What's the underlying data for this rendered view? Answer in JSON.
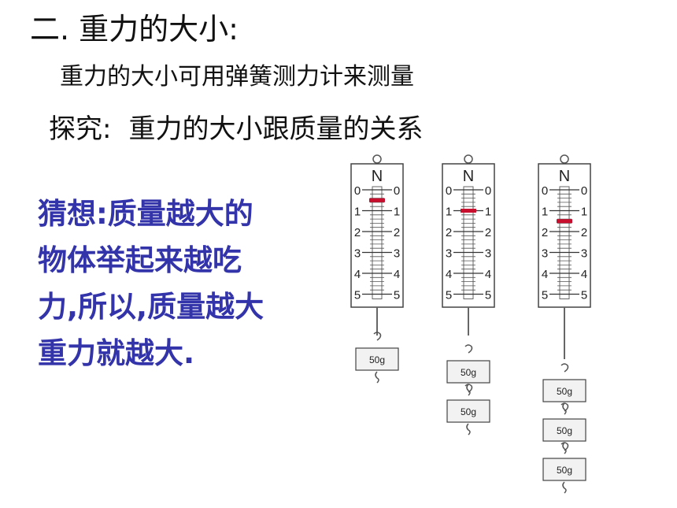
{
  "slide": {
    "heading": "二. 重力的大小:",
    "subtitle": "重力的大小可用弹簧测力计来测量",
    "explore_label": "探究:",
    "explore_topic": "重力的大小跟质量的关系",
    "hypothesis_lines": [
      "猜想:质量越大的",
      "物体举起来越吃",
      "力,所以,质量越大",
      "重力就越大."
    ]
  },
  "spring_scales": {
    "unit_label": "N",
    "scale_marks": [
      "0",
      "1",
      "2",
      "3",
      "4",
      "5"
    ],
    "weight_label": "50g",
    "readings_N": [
      0.5,
      1.0,
      1.5
    ],
    "weights_count": [
      1,
      2,
      3
    ],
    "pointer_color": "#c8102e"
  }
}
